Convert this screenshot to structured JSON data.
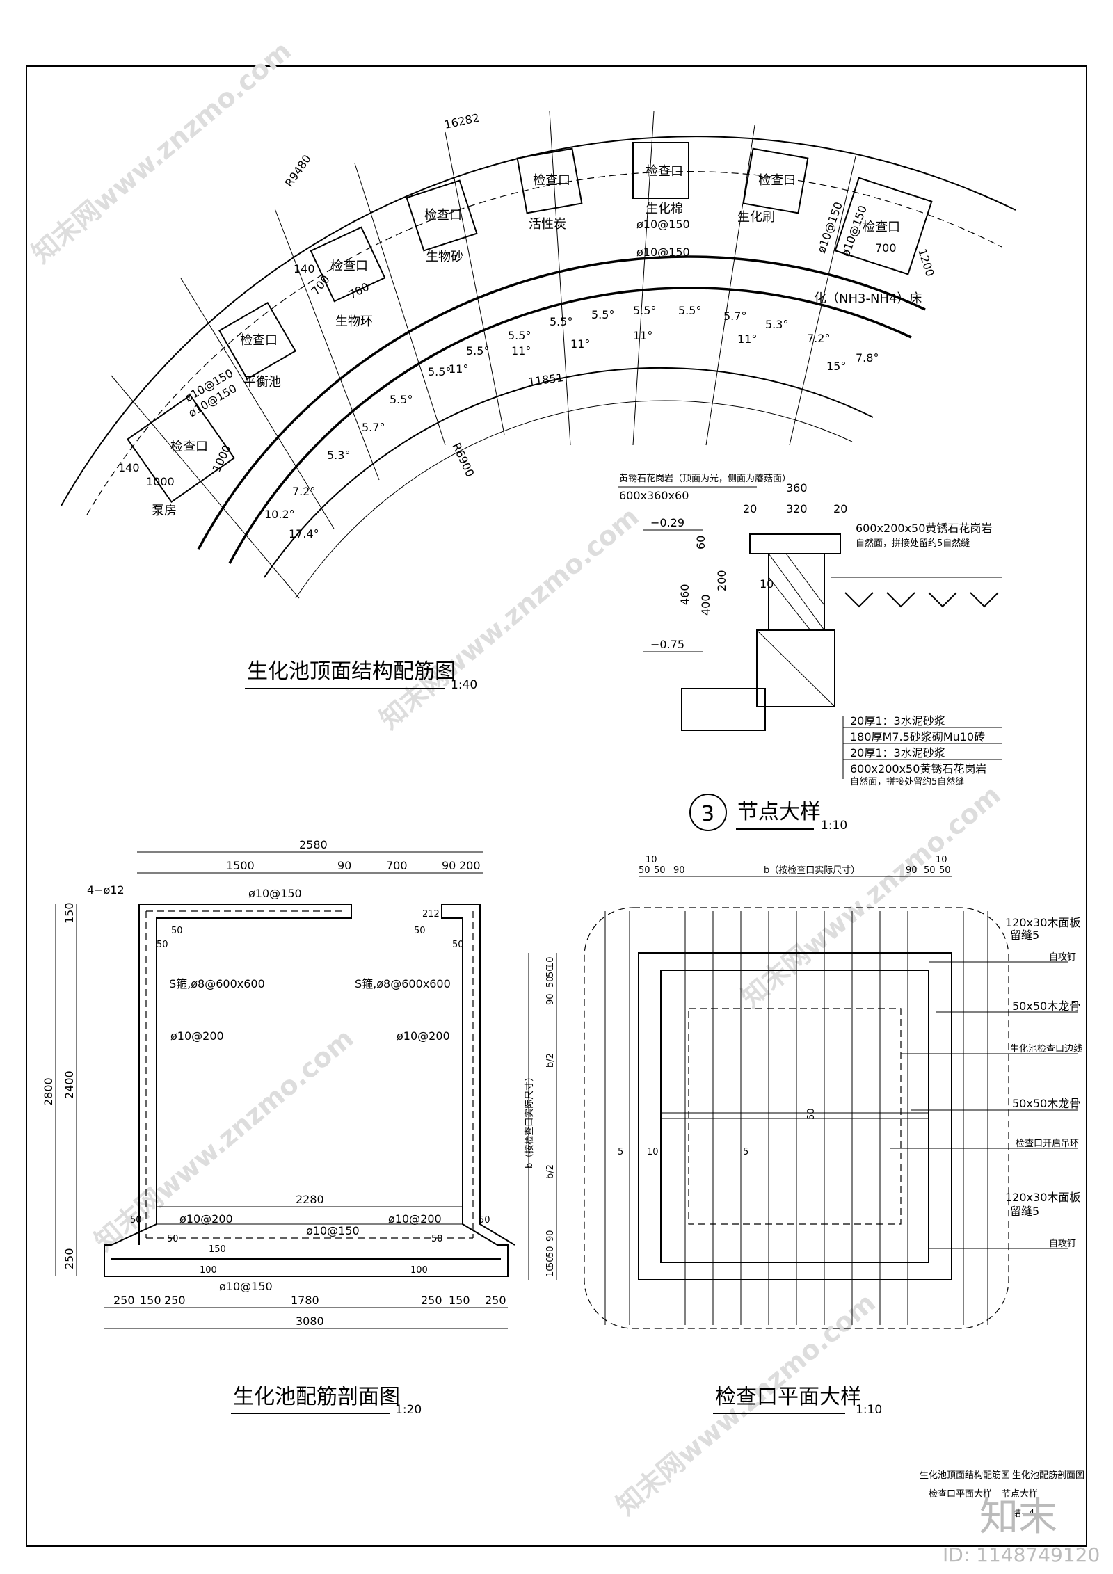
{
  "plan": {
    "title": "生化池顶面结构配筋图",
    "scale": "1:40",
    "dims": {
      "arc_len": "16282",
      "outer_r": "R9480",
      "inner_r": "R6900",
      "inner_arc": "11851"
    },
    "chambers": [
      "泵房",
      "平衡池",
      "生物环",
      "生物砂",
      "活性炭",
      "生化棉",
      "生化刷",
      "化（NH3-NH4）床"
    ],
    "access_label": "检查口",
    "rebar": [
      "ø10@150",
      "ø10@150"
    ],
    "sizes": [
      "1000",
      "1000",
      "140",
      "700",
      "700",
      "140",
      "700",
      "1200"
    ],
    "angles": [
      "5.5°",
      "5.5°",
      "5.5°",
      "5.5°",
      "5.5°",
      "5.5°",
      "5.5°",
      "5.5°",
      "5.7°",
      "5.3°",
      "5.3°",
      "5.7°",
      "7.2°",
      "7.2°",
      "7.8°",
      "10.2°",
      "11°",
      "11°",
      "11°",
      "11°",
      "11°",
      "15°",
      "17.4°"
    ]
  },
  "node": {
    "circle": "3",
    "title": "节点大样",
    "scale": "1:10",
    "notes": [
      "黄锈石花岗岩（顶面为光，侧面为蘑菇面）",
      "600x360x60",
      "600x200x50黄锈石花岗岩",
      "自然面，拼接处留约5自然缝"
    ],
    "dims": [
      "360",
      "320",
      "20",
      "20",
      "60",
      "200",
      "400",
      "460",
      "10"
    ],
    "levels": [
      "−0.29",
      "−0.75"
    ],
    "layers": [
      "20厚1：3水泥砂浆",
      "180厚M7.5砂浆砌Mu10砖",
      "20厚1：3水泥砂浆",
      "600x200x50黄锈石花岗岩",
      "自然面，拼接处留约5自然缝"
    ]
  },
  "section": {
    "title": "生化池配筋剖面图",
    "scale": "1:20",
    "top_dims": [
      "2580",
      "1500",
      "90",
      "700",
      "90",
      "200"
    ],
    "left_dims": [
      "150",
      "2800",
      "2400",
      "250"
    ],
    "bottom_dims": [
      "250",
      "150",
      "250",
      "1780",
      "250",
      "150",
      "250",
      "3080"
    ],
    "inner_dim": "2280",
    "rebar": [
      "4−ø12",
      "ø10@150",
      "S箍,ø8@600x600",
      "S箍,ø8@600x600",
      "ø10@200",
      "ø10@200",
      "ø10@200",
      "ø10@200",
      "ø10@150",
      "ø10@150"
    ],
    "small": [
      "50",
      "50",
      "212",
      "50",
      "50",
      "150",
      "100",
      "100",
      "50",
      "50",
      "50",
      "50"
    ]
  },
  "hatch": {
    "title": "检查口平面大样",
    "scale": "1:10",
    "top_dims": [
      "10",
      "50",
      "50",
      "90",
      "b（按检查口实际尺寸）",
      "90",
      "50",
      "50",
      "10"
    ],
    "left_dims": [
      "10",
      "50",
      "50",
      "90",
      "b/2",
      "b/2",
      "90",
      "50",
      "50",
      "10"
    ],
    "left_b": "b（按检查口实际尺寸）",
    "center": [
      "50",
      "10",
      "5",
      "5"
    ],
    "callouts": [
      "120x30木面板",
      "留缝5",
      "自攻钉",
      "50x50木龙骨",
      "生化池检查口边线",
      "50x50木龙骨",
      "检查口开启吊环",
      "120x30木面板",
      "留缝5",
      "自攻钉"
    ]
  },
  "titleblock": {
    "cells": [
      "生化池顶面结构配筋图",
      "生化池配筋剖面图",
      "检查口平面大样",
      "节点大样"
    ],
    "sheet": "结−4"
  },
  "watermark": {
    "text": "知末网www.znzmo.com",
    "logo": "知末",
    "id": "ID: 1148749120"
  }
}
